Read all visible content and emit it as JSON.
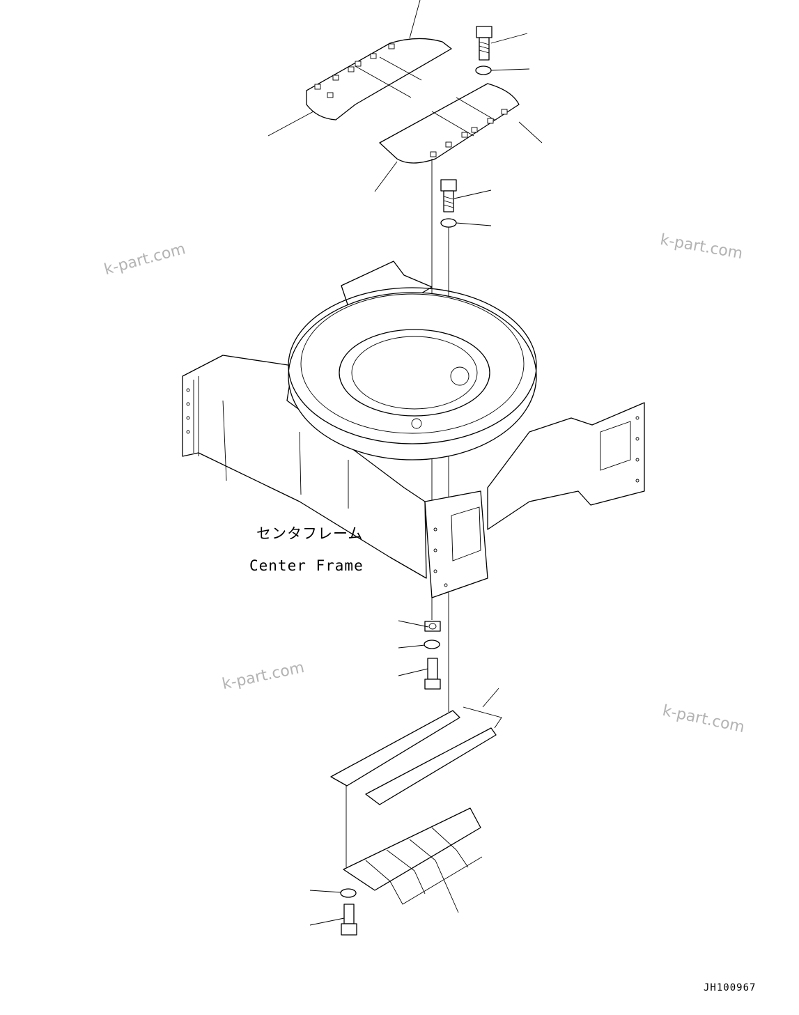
{
  "labels": {
    "part_jp": "センタフレーム",
    "part_en": "Center Frame",
    "drawing_code": "JH100967"
  },
  "watermarks": [
    "k-part.com",
    "k-part.com",
    "k-part.com",
    "k-part.com"
  ]
}
